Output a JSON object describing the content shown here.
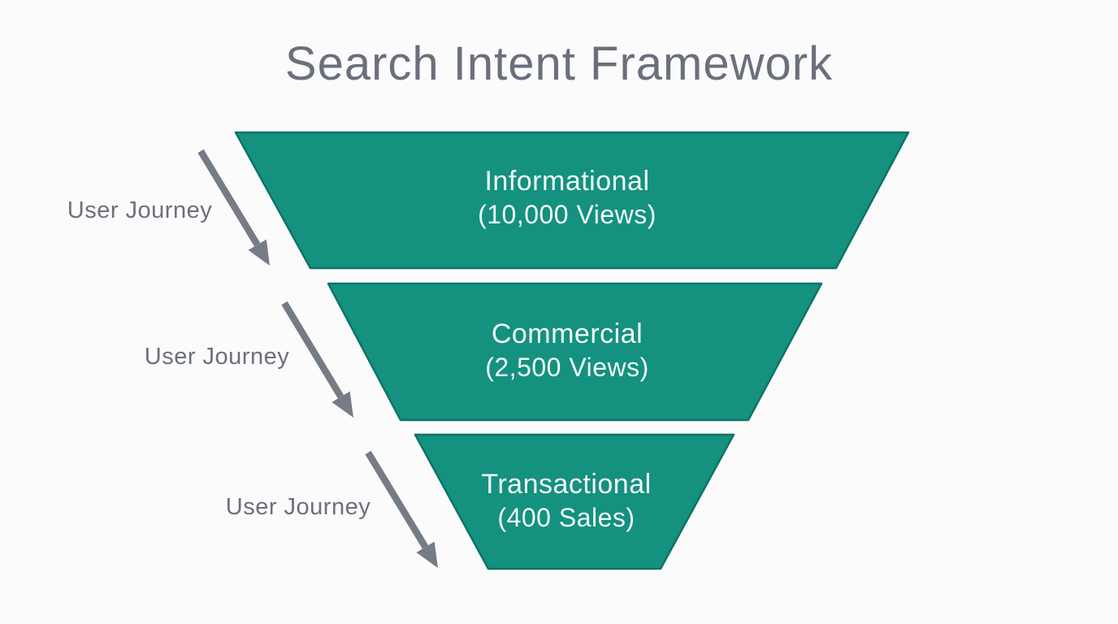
{
  "title": "Search Intent Framework",
  "funnel": {
    "segments": [
      {
        "name": "informational",
        "label": "Informational",
        "value_label": "(10,000 Views)"
      },
      {
        "name": "commercial",
        "label": "Commercial",
        "value_label": "(2,500 Views)"
      },
      {
        "name": "transactional",
        "label": "Transactional",
        "value_label": "(400 Sales)"
      }
    ]
  },
  "user_journey": {
    "labels": [
      "User Journey",
      "User Journey",
      "User Journey"
    ]
  },
  "colors": {
    "funnel_fill": "#14917F",
    "funnel_edge": "#0D7366",
    "segment_text": "#F1F9F7",
    "title_text": "#6A707B",
    "journey_text": "#6B7079",
    "arrow_gray": "#767C85",
    "background": "#FBFBFC"
  },
  "chart_data": {
    "type": "funnel",
    "title": "Search Intent Framework",
    "stages": [
      {
        "name": "Informational",
        "metric": "Views",
        "value": 10000,
        "value_label": "(10,000 Views)"
      },
      {
        "name": "Commercial",
        "metric": "Views",
        "value": 2500,
        "value_label": "(2,500 Views)"
      },
      {
        "name": "Transactional",
        "metric": "Sales",
        "value": 400,
        "value_label": "(400 Sales)"
      }
    ],
    "annotations": [
      "User Journey",
      "User Journey",
      "User Journey"
    ],
    "layout": {
      "orientation": "top-down",
      "legend": "none",
      "grid": false
    }
  }
}
